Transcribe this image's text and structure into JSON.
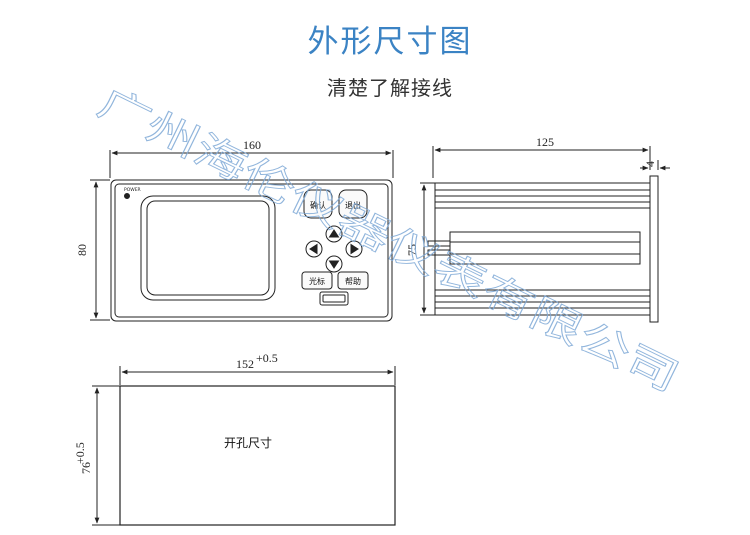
{
  "title": "外形尺寸图",
  "subtitle": "清楚了解接线",
  "front_view": {
    "width_label": "160",
    "height_label": "80",
    "power_label": "POWER",
    "buttons": {
      "confirm": "确认",
      "exit": "退出",
      "cursor": "光标",
      "help": "帮助"
    }
  },
  "side_view": {
    "depth_label": "125",
    "height_label": "75",
    "bezel_label": "4"
  },
  "cutout": {
    "width_label": "152",
    "width_tol": "+0.5",
    "height_label": "76",
    "height_tol": "+0.5",
    "label": "开孔尺寸"
  },
  "watermark": "广州海伦仪器仪表有限公司",
  "colors": {
    "title": "#3b83c4",
    "watermark": "#7ea9d6",
    "line": "#222222"
  }
}
